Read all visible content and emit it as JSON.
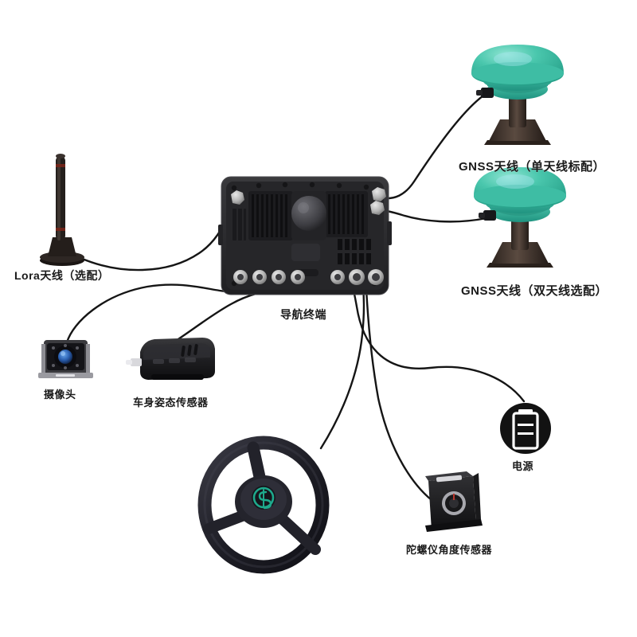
{
  "diagram": {
    "title": "Agricultural Navigation Terminal System Wiring Diagram",
    "background_color": "#ffffff",
    "accent_color": "#3fbfa5",
    "cable_color": "#1a1a1a"
  },
  "components": {
    "gnss_single": {
      "label": "GNSS天线（单天线标配）",
      "icon": "gnss-antenna-icon",
      "dome_color": "#3fbfa5",
      "pole_color": "#4a3b33"
    },
    "gnss_dual": {
      "label": "GNSS天线（双天线选配）",
      "icon": "gnss-antenna-icon",
      "dome_color": "#3fbfa5",
      "pole_color": "#4a3b33"
    },
    "lora": {
      "label": "Lora天线（选配）",
      "icon": "rod-antenna-icon",
      "body_color": "#2a2320"
    },
    "terminal": {
      "label": "导航终端",
      "icon": "navigation-terminal-icon",
      "body_color": "#2b2b2d"
    },
    "camera": {
      "label": "摄像头",
      "icon": "camera-icon",
      "lens_color": "#2a5fb0"
    },
    "attitude_sensor": {
      "label": "车身姿态传感器",
      "icon": "attitude-sensor-icon",
      "body_color": "#1e1e20"
    },
    "steering_wheel": {
      "label": "",
      "icon": "steering-wheel-icon",
      "hub_logo_color": "#1ea98c"
    },
    "gyro_sensor": {
      "label": "陀螺仪角度传感器",
      "icon": "gyro-sensor-icon",
      "body_color": "#18181a"
    },
    "power": {
      "label": "电源",
      "icon": "battery-power-icon",
      "badge_color": "#121212"
    }
  }
}
